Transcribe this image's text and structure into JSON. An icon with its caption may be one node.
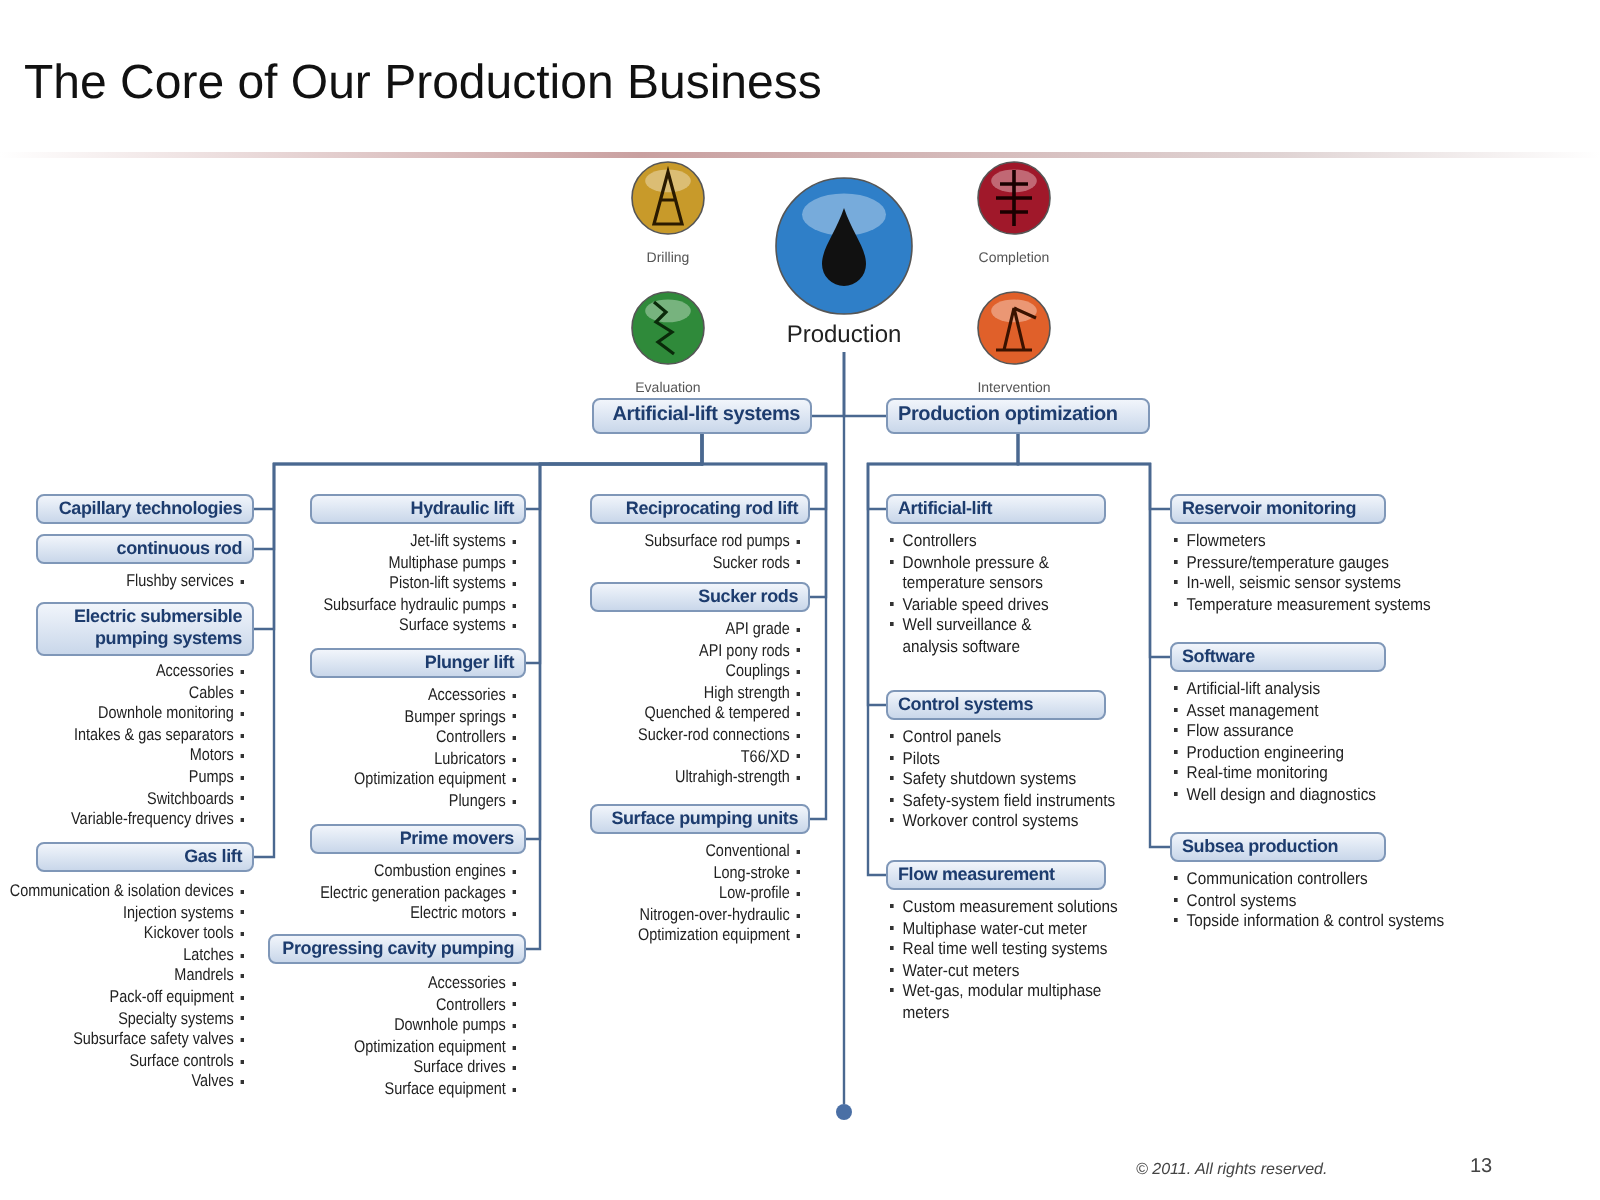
{
  "diagram": {
    "title": "The Core of Our Production Business",
    "nodes": [
      {
        "text": [
          "Production"
        ]
      },
      {
        "text": [
          "Drilling"
        ]
      },
      {
        "text": [
          "Evaluation"
        ]
      },
      {
        "text": [
          "Completion"
        ]
      },
      {
        "text": [
          "Intervention"
        ]
      },
      {
        "text": [
          "Artificial-lift systems"
        ]
      },
      {
        "text": [
          "Production optimization"
        ]
      },
      {
        "text": [
          "Capillary technologies"
        ]
      },
      {
        "text": [
          "continuous rod"
        ],
        "beside": [
          "Flushby services"
        ]
      },
      {
        "text": [
          "Electric submersible pumping systems"
        ],
        "beside": [
          "Accessories",
          "Cables",
          "Downhole monitoring",
          "Intakes & gas separators",
          "Motors",
          "Pumps",
          "Switchboards",
          "Variable-frequency drives"
        ]
      },
      {
        "text": [
          "Gas lift"
        ],
        "beside": [
          "Communication & isolation devices",
          "Injection systems",
          "Kickover tools",
          "Latches",
          "Mandrels",
          "Pack-off equipment",
          "Specialty systems",
          "Subsurface safety valves",
          "Surface controls",
          "Valves"
        ]
      },
      {
        "text": [
          "Hydraulic lift"
        ],
        "beside": [
          "Jet-lift systems",
          "Multiphase pumps",
          "Piston-lift systems",
          "Subsurface hydraulic pumps",
          "Surface systems"
        ]
      },
      {
        "text": [
          "Plunger lift"
        ],
        "beside": [
          "Accessories",
          "Bumper springs",
          "Controllers",
          "Lubricators",
          "Optimization equipment",
          "Plungers"
        ]
      },
      {
        "text": [
          "Prime movers"
        ],
        "beside": [
          "Combustion engines",
          "Electric generation packages",
          "Electric motors"
        ]
      },
      {
        "text": [
          "Progressing cavity pumping"
        ],
        "beside": [
          "Accessories",
          "Controllers",
          "Downhole pumps",
          "Optimization equipment",
          "Surface drives",
          "Surface equipment"
        ]
      },
      {
        "text": [
          "Reciprocating rod lift"
        ],
        "beside": [
          "Subsurface rod pumps",
          "Sucker rods"
        ]
      },
      {
        "text": [
          "Sucker rods"
        ],
        "beside": [
          "API grade",
          "API pony rods",
          "Couplings",
          "High strength",
          "Quenched & tempered",
          "Sucker-rod connections",
          "T66/XD",
          "Ultrahigh-strength"
        ]
      },
      {
        "text": [
          "Surface pumping units"
        ],
        "beside": [
          "Conventional",
          "Long-stroke",
          "Low-profile",
          "Nitrogen-over-hydraulic",
          "Optimization equipment"
        ]
      },
      {
        "text": [
          "Artificial-lift"
        ],
        "beside": [
          "Controllers",
          "Downhole pressure & temperature sensors",
          "Variable speed drives",
          "Well surveillance & analysis software"
        ]
      },
      {
        "text": [
          "Control systems"
        ],
        "beside": [
          "Control panels",
          "Pilots",
          "Safety shutdown systems",
          "Safety-system field instruments",
          "Workover control systems"
        ]
      },
      {
        "text": [
          "Flow measurement"
        ],
        "beside": [
          "Custom measurement solutions",
          "Multiphase water-cut meter",
          "Real time well testing systems",
          "Water-cut meters",
          "Wet-gas, modular multiphase meters"
        ]
      },
      {
        "text": [
          "Reservoir monitoring"
        ],
        "beside": [
          "Flowmeters",
          "Pressure/temperature gauges",
          "In-well, seismic sensor systems",
          "Temperature measurement systems"
        ]
      },
      {
        "text": [
          "Software"
        ],
        "beside": [
          "Artificial-lift analysis",
          "Asset management",
          "Flow assurance",
          "Production engineering",
          "Real-time monitoring",
          "Well design and diagnostics"
        ]
      },
      {
        "text": [
          "Subsea production"
        ],
        "beside": [
          "Communication controllers",
          "Control systems",
          "Topside information & control systems"
        ]
      },
      {
        "text": [],
        "shape": "circle"
      }
    ],
    "edges": [
      {
        "from": 0,
        "to": 5,
        "arrow": "none"
      },
      {
        "from": 0,
        "to": 6,
        "arrow": "none"
      },
      {
        "from": 0,
        "to": 24,
        "arrow": "none"
      },
      {
        "from": 5,
        "to": 7,
        "arrow": "none"
      },
      {
        "from": 5,
        "to": 8,
        "arrow": "none"
      },
      {
        "from": 5,
        "to": 9,
        "arrow": "none"
      },
      {
        "from": 5,
        "to": 10,
        "arrow": "none"
      },
      {
        "from": 5,
        "to": 11,
        "arrow": "none"
      },
      {
        "from": 5,
        "to": 12,
        "arrow": "none"
      },
      {
        "from": 5,
        "to": 13,
        "arrow": "none"
      },
      {
        "from": 5,
        "to": 14,
        "arrow": "none"
      },
      {
        "from": 5,
        "to": 15,
        "arrow": "none"
      },
      {
        "from": 5,
        "to": 16,
        "arrow": "none"
      },
      {
        "from": 5,
        "to": 17,
        "arrow": "none"
      },
      {
        "from": 6,
        "to": 18,
        "arrow": "none"
      },
      {
        "from": 6,
        "to": 19,
        "arrow": "none"
      },
      {
        "from": 6,
        "to": 20,
        "arrow": "none"
      },
      {
        "from": 6,
        "to": 21,
        "arrow": "none"
      },
      {
        "from": 6,
        "to": 22,
        "arrow": "none"
      },
      {
        "from": 6,
        "to": 23,
        "arrow": "none"
      }
    ],
    "labels": [
      "© 2011. All rights reserved.",
      "13"
    ]
  }
}
